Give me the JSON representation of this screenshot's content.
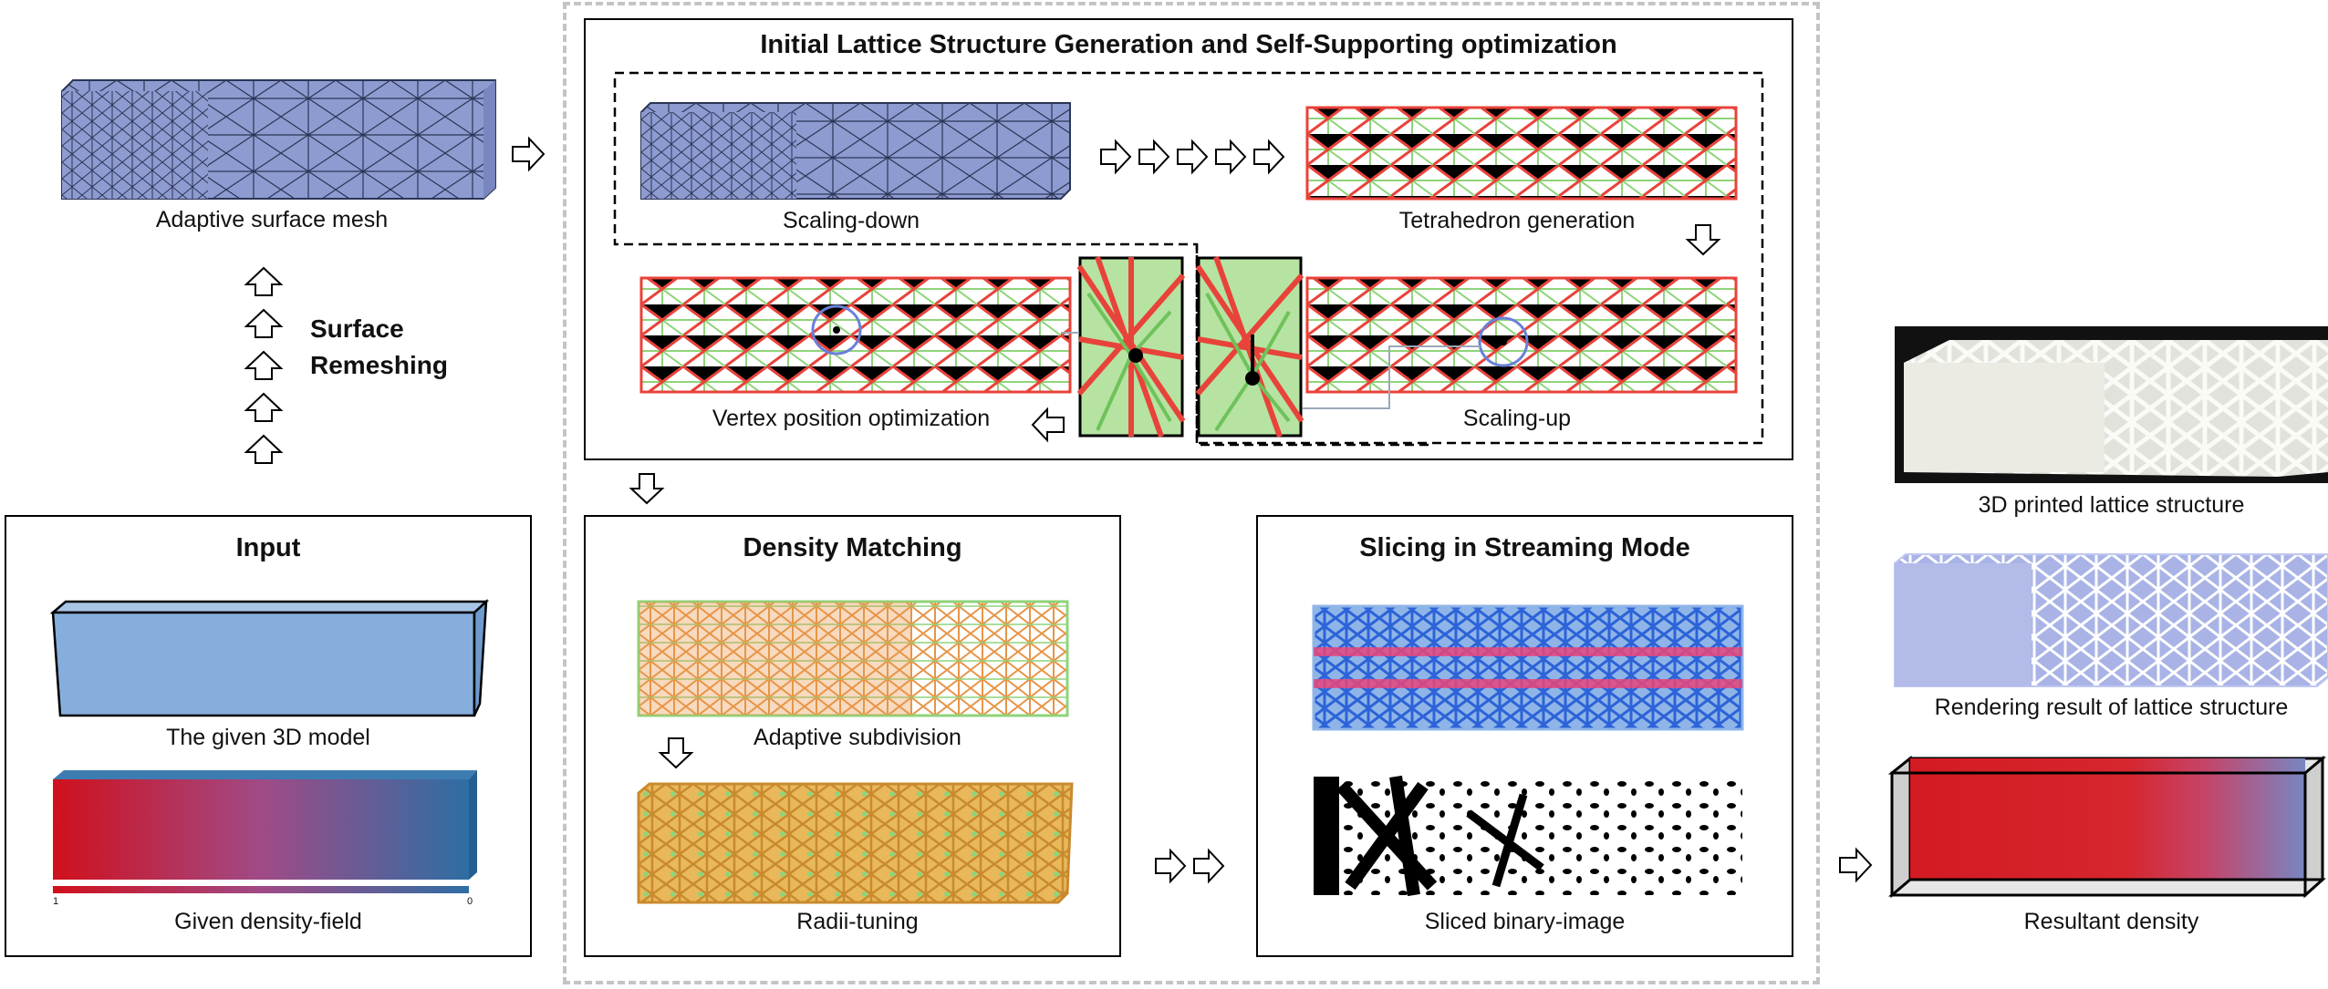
{
  "colors": {
    "mesh_blue": "#8e9bd0",
    "mesh_line": "#2b3556",
    "lattice_red": "#e8433a",
    "lattice_green": "#8fd47a",
    "density_red": "#d0101c",
    "density_blue": "#2e6ea4",
    "model_blue": "#86aedc",
    "subdiv_orange": "#e79548",
    "radii_yellow": "#e8b85a",
    "slice_blue": "#2c63d8",
    "dashed_border": "#c4c4c4"
  },
  "left": {
    "surface_mesh_label": "Adaptive surface mesh",
    "remeshing_line1": "Surface",
    "remeshing_line2": "Remeshing"
  },
  "input_panel": {
    "title": "Input",
    "model_label": "The given 3D model",
    "density_label": "Given density-field",
    "scale_min": "1",
    "scale_max": "0"
  },
  "lattice_panel": {
    "title": "Initial Lattice Structure Generation and Self-Supporting optimization",
    "scaling_down": "Scaling-down",
    "tetra_generation": "Tetrahedron generation",
    "vertex_optimization": "Vertex position optimization",
    "scaling_up": "Scaling-up"
  },
  "density_panel": {
    "title": "Density Matching",
    "adaptive_subdivision": "Adaptive subdivision",
    "radii_tuning": "Radii-tuning"
  },
  "slicing_panel": {
    "title": "Slicing in Streaming Mode",
    "sliced_binary": "Sliced binary-image"
  },
  "results": {
    "printed_label": "3D printed lattice structure",
    "rendering_label": "Rendering result of lattice structure",
    "density_label": "Resultant density"
  }
}
